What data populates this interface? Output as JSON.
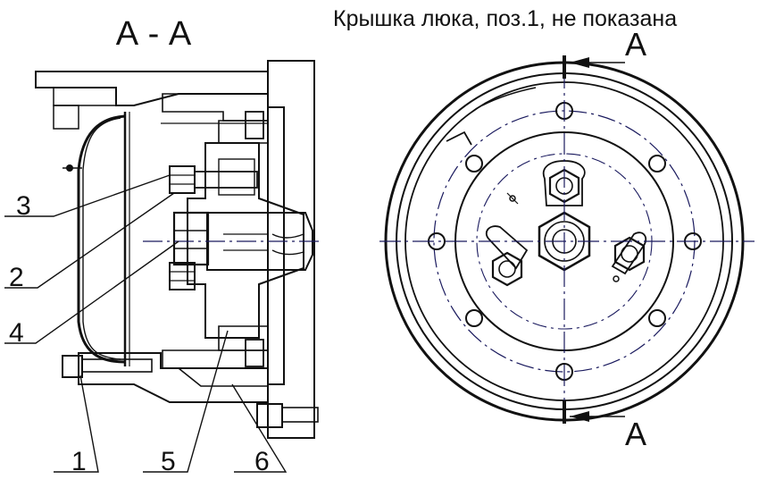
{
  "section_title": "А - А",
  "note": "Крышка люка, поз.1, не показана",
  "section_marks": {
    "top": "А",
    "bottom": "А"
  },
  "callouts": [
    {
      "key": "c1",
      "text": "1"
    },
    {
      "key": "c2",
      "text": "2"
    },
    {
      "key": "c3",
      "text": "3"
    },
    {
      "key": "c4",
      "text": "4"
    },
    {
      "key": "c5",
      "text": "5"
    },
    {
      "key": "c6",
      "text": "6"
    }
  ],
  "colors": {
    "ink": "#111111",
    "center_line": "#1a1a5e",
    "background": "#ffffff"
  }
}
